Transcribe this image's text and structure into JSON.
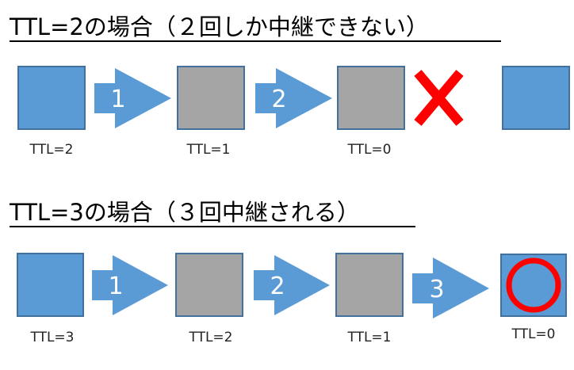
{
  "colors": {
    "node_blue": "#5b9bd5",
    "node_gray": "#a5a5a5",
    "border": "#41719c",
    "mark_red": "#ff0000"
  },
  "section1": {
    "title": "TTL=2の場合（２回しか中継できない）",
    "hops": [
      "1",
      "2"
    ],
    "labels": [
      "TTL=2",
      "TTL=1",
      "TTL=0"
    ],
    "result_icon": "x-mark-icon"
  },
  "section2": {
    "title": "TTL=3の場合（３回中継される）",
    "hops": [
      "1",
      "2",
      "3"
    ],
    "labels": [
      "TTL=3",
      "TTL=2",
      "TTL=1",
      "TTL=0"
    ],
    "result_icon": "circle-mark-icon"
  }
}
